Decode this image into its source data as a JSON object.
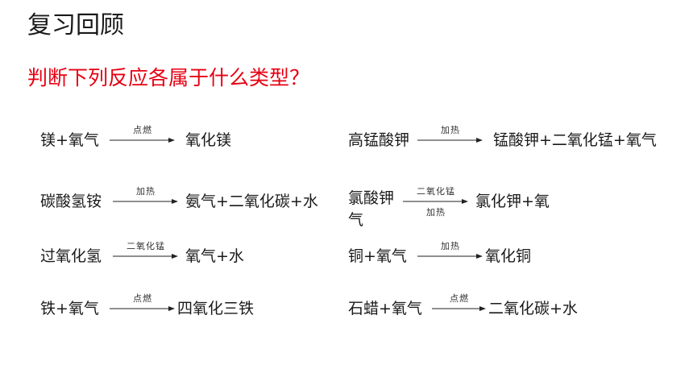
{
  "slide": {
    "title": "复习回顾",
    "question": "判断下列反应各属于什么类型？",
    "question_color": "#e60012"
  },
  "reactions": [
    {
      "reactants": "镁+氧气",
      "above": "点燃",
      "below": "",
      "products": "氧化镁"
    },
    {
      "reactants": "高锰酸钾",
      "above": "加热",
      "below": "",
      "products": "锰酸钾+二氧化锰+氧气"
    },
    {
      "reactants": "碳酸氢铵",
      "above": "加热",
      "below": "",
      "products": "氨气+二氧化碳+水"
    },
    {
      "reactants": "氯酸钾气",
      "above": "二氧化锰",
      "below": "加热",
      "products": "氯化钾+氧"
    },
    {
      "reactants": "过氧化氢",
      "above": "二氧化锰",
      "below": "",
      "products": "氧气+水"
    },
    {
      "reactants": "铜+氧气",
      "above": "加热",
      "below": "",
      "products": "氧化铜"
    },
    {
      "reactants": "铁+氧气",
      "above": "点燃",
      "below": "",
      "products": "四氧化三铁"
    },
    {
      "reactants": "石蜡+氧气",
      "above": "点燃",
      "below": "",
      "products": "二氧化碳+水"
    }
  ]
}
